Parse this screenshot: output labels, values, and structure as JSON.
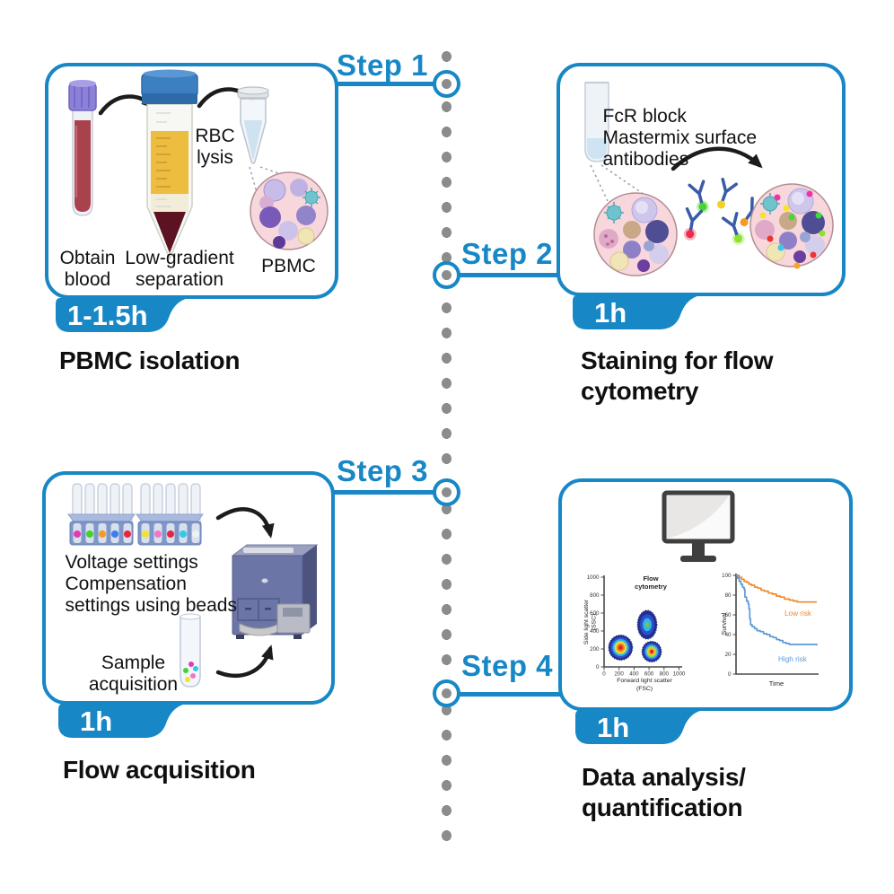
{
  "colors": {
    "accent_blue": "#1787c6",
    "timeline_dot_gray": "#8c8c8c",
    "text_black": "#111111",
    "low_risk_orange": "#f08a2c",
    "high_risk_blue": "#5b9bd5"
  },
  "steps": [
    {
      "label": "Step 1",
      "duration": "1-1.5h",
      "caption": "PBMC isolation"
    },
    {
      "label": "Step 2",
      "duration": "1h",
      "caption": "Staining for flow\ncytometry"
    },
    {
      "label": "Step 3",
      "duration": "1h",
      "caption": "Flow acquisition"
    },
    {
      "label": "Step 4",
      "duration": "1h",
      "caption": "Data analysis/\nquantification"
    }
  ],
  "panel1": {
    "rbc_lysis": "RBC\nlysis",
    "obtain_blood": "Obtain\nblood",
    "low_gradient": "Low-gradient\nseparation",
    "pbmc": "PBMC"
  },
  "panel2": {
    "annotation": "FcR block\nMastermix surface antibodies"
  },
  "panel3": {
    "settings": "Voltage settings\nCompensation\nsettings using beads",
    "sample": "Sample\nacquisition"
  },
  "chart_data": [
    {
      "type": "density-scatter",
      "title": "Flow\ncytometry",
      "xlabel": "Forward light scatter\n(FSC)",
      "ylabel": "Side light scatter\n(SSC)",
      "xlim": [
        0,
        1000
      ],
      "ylim": [
        0,
        1000
      ],
      "xticks": [
        0,
        200,
        400,
        600,
        800,
        1000
      ],
      "yticks": [
        0,
        200,
        400,
        600,
        800,
        1000
      ],
      "populations": [
        {
          "name": "population-low-left",
          "fsc": 220,
          "ssc": 215,
          "rfsc": 160,
          "rssc": 140,
          "layers": [
            "#232e8f",
            "#2c50cc",
            "#2fb7e6",
            "#f2da33",
            "#f0821f",
            "#e31f1f"
          ]
        },
        {
          "name": "population-upper-mid",
          "fsc": 575,
          "ssc": 470,
          "rfsc": 130,
          "rssc": 160,
          "layers": [
            "#232e8f",
            "#2c50cc",
            "#2fb7e6",
            "#7dc83f"
          ]
        },
        {
          "name": "population-lower-right",
          "fsc": 635,
          "ssc": 170,
          "rfsc": 130,
          "rssc": 115,
          "layers": [
            "#232e8f",
            "#2c50cc",
            "#2fb7e6",
            "#c3d433",
            "#f0b02a",
            "#e31f1f"
          ]
        }
      ]
    },
    {
      "type": "line-step",
      "xlabel": "Time",
      "ylabel": "Survival",
      "xlim": [
        0,
        100
      ],
      "ylim": [
        0,
        100
      ],
      "yticks": [
        0,
        20,
        40,
        60,
        80,
        100
      ],
      "series": [
        {
          "name": "Low risk",
          "color": "#f08a2c",
          "points": [
            [
              0,
              100
            ],
            [
              4,
              98
            ],
            [
              7,
              96
            ],
            [
              10,
              94
            ],
            [
              13,
              93
            ],
            [
              16,
              91
            ],
            [
              19,
              90
            ],
            [
              23,
              88
            ],
            [
              27,
              87
            ],
            [
              31,
              85
            ],
            [
              35,
              84
            ],
            [
              40,
              82
            ],
            [
              45,
              81
            ],
            [
              50,
              79
            ],
            [
              55,
              78
            ],
            [
              60,
              76
            ],
            [
              66,
              75
            ],
            [
              71,
              74
            ],
            [
              76,
              73
            ],
            [
              100,
              73
            ]
          ]
        },
        {
          "name": "High risk",
          "color": "#5b9bd5",
          "points": [
            [
              0,
              100
            ],
            [
              2,
              97
            ],
            [
              4,
              94
            ],
            [
              6,
              91
            ],
            [
              8,
              88
            ],
            [
              10,
              86
            ],
            [
              11,
              78
            ],
            [
              13,
              74
            ],
            [
              15,
              71
            ],
            [
              16,
              66
            ],
            [
              17,
              56
            ],
            [
              18,
              50
            ],
            [
              20,
              48
            ],
            [
              23,
              46
            ],
            [
              26,
              44
            ],
            [
              30,
              43
            ],
            [
              34,
              41
            ],
            [
              38,
              40
            ],
            [
              42,
              38
            ],
            [
              46,
              37
            ],
            [
              50,
              35
            ],
            [
              54,
              34
            ],
            [
              58,
              32
            ],
            [
              62,
              31
            ],
            [
              66,
              30
            ],
            [
              100,
              29
            ]
          ]
        }
      ]
    }
  ]
}
